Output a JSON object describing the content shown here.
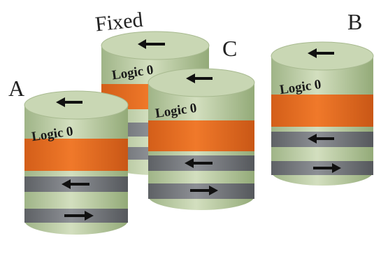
{
  "labels": {
    "fixed": "Fixed",
    "a": "A",
    "b": "B",
    "c": "C"
  },
  "layer_text": {
    "fixed": "Logic 0",
    "a": "Logic 0",
    "b": "Logic 0",
    "c": "Logic 0"
  },
  "colors": {
    "green_light": "#c8d6b0",
    "green_mid": "#a9bd8c",
    "green_dark": "#8ea56f",
    "orange": "#e2691f",
    "orange_dark": "#b9531a",
    "gray": "#74777c",
    "gray_dark": "#55585c",
    "arrow": "#111111"
  }
}
